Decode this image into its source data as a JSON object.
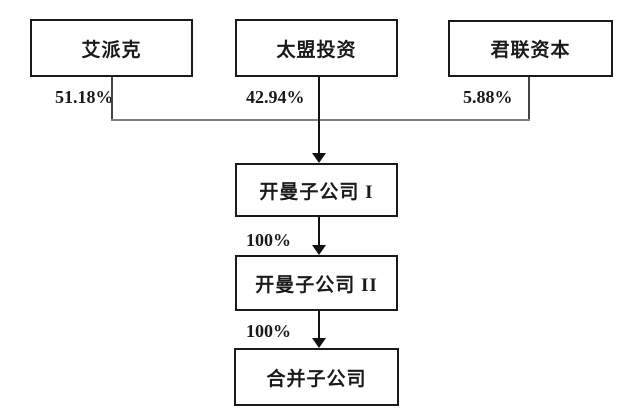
{
  "diagram": {
    "type": "ownership-structure-flowchart",
    "nodes": {
      "apaike": {
        "label": "艾派克"
      },
      "pag": {
        "label": "太盟投资"
      },
      "legend": {
        "label": "君联资本"
      },
      "cayman1": {
        "label": "开曼子公司 I"
      },
      "cayman2": {
        "label": "开曼子公司 II"
      },
      "merger": {
        "label": "合并子公司"
      }
    },
    "edge_labels": {
      "apaike_pct": "51.18%",
      "pag_pct": "42.94%",
      "legend_pct": "5.88%",
      "cayman1_to_cayman2": "100%",
      "cayman2_to_merger": "100%"
    },
    "edges": [
      {
        "from": "apaike",
        "to": "cayman1",
        "label": "51.18%"
      },
      {
        "from": "pag",
        "to": "cayman1",
        "label": "42.94%"
      },
      {
        "from": "legend",
        "to": "cayman1",
        "label": "5.88%"
      },
      {
        "from": "cayman1",
        "to": "cayman2",
        "label": "100%"
      },
      {
        "from": "cayman2",
        "to": "merger",
        "label": "100%"
      }
    ],
    "colors": {
      "background": "#ffffff",
      "box_border": "#1a1a1a",
      "text": "#1a1a1a",
      "connector_bus": "#808080",
      "connector_side": "#444444",
      "arrow": "#111111"
    }
  }
}
